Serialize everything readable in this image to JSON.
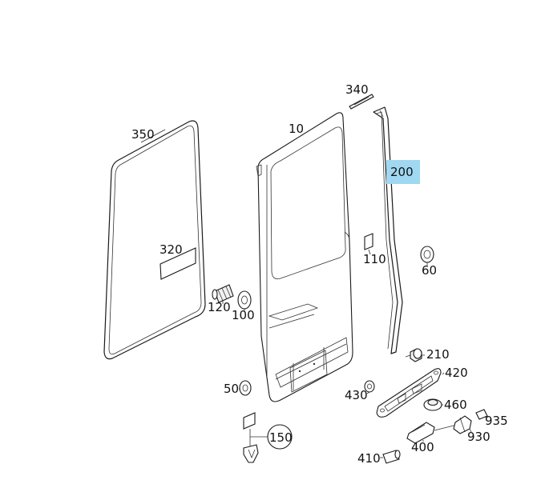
{
  "callouts": {
    "c10": "10",
    "c50": "50",
    "c60": "60",
    "c100": "100",
    "c110": "110",
    "c120": "120",
    "c150": "150",
    "c200": "200",
    "c210": "210",
    "c320": "320",
    "c340": "340",
    "c350": "350",
    "c400": "400",
    "c410": "410",
    "c420": "420",
    "c430": "430",
    "c460": "460",
    "c930": "930",
    "c935": "935"
  },
  "highlighted_callout": "200",
  "colors": {
    "highlight": "#9fd8f0",
    "line": "#1a1a1a"
  }
}
